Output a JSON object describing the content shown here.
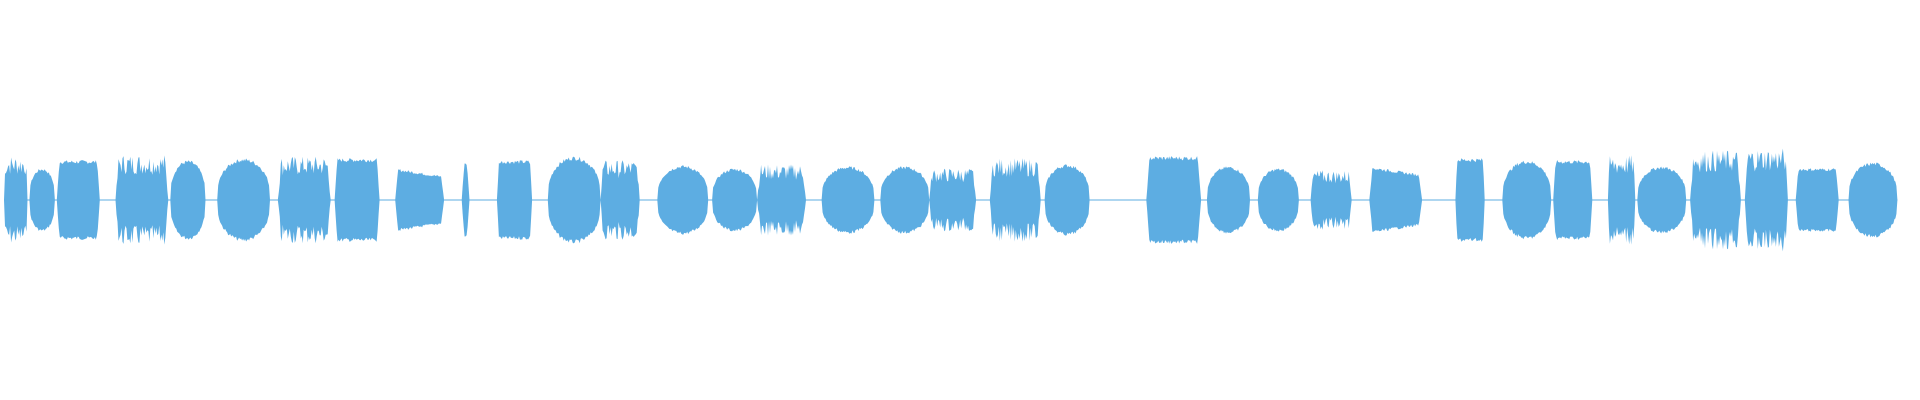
{
  "waveform": {
    "color": "#5DADE2",
    "baseline_color": "#5DADE2",
    "duration_fraction": 0.968,
    "segments": [
      {
        "start": 0.0,
        "end": 0.012,
        "amp": 0.45,
        "shape": "burst"
      },
      {
        "start": 0.013,
        "end": 0.026,
        "amp": 0.32,
        "shape": "round"
      },
      {
        "start": 0.027,
        "end": 0.049,
        "amp": 0.4,
        "shape": "flat"
      },
      {
        "start": 0.057,
        "end": 0.084,
        "amp": 0.46,
        "shape": "burst"
      },
      {
        "start": 0.085,
        "end": 0.103,
        "amp": 0.4,
        "shape": "round"
      },
      {
        "start": 0.109,
        "end": 0.136,
        "amp": 0.42,
        "shape": "round"
      },
      {
        "start": 0.14,
        "end": 0.167,
        "amp": 0.44,
        "shape": "burst"
      },
      {
        "start": 0.169,
        "end": 0.192,
        "amp": 0.42,
        "shape": "flat"
      },
      {
        "start": 0.2,
        "end": 0.225,
        "amp": 0.32,
        "shape": "fade"
      },
      {
        "start": 0.234,
        "end": 0.238,
        "amp": 0.4,
        "shape": "spike"
      },
      {
        "start": 0.252,
        "end": 0.27,
        "amp": 0.4,
        "shape": "flat"
      },
      {
        "start": 0.278,
        "end": 0.305,
        "amp": 0.44,
        "shape": "round"
      },
      {
        "start": 0.305,
        "end": 0.325,
        "amp": 0.4,
        "shape": "burst"
      },
      {
        "start": 0.334,
        "end": 0.36,
        "amp": 0.35,
        "shape": "round"
      },
      {
        "start": 0.362,
        "end": 0.385,
        "amp": 0.32,
        "shape": "round"
      },
      {
        "start": 0.385,
        "end": 0.41,
        "amp": 0.36,
        "shape": "burst"
      },
      {
        "start": 0.418,
        "end": 0.445,
        "amp": 0.34,
        "shape": "round"
      },
      {
        "start": 0.448,
        "end": 0.473,
        "amp": 0.34,
        "shape": "round"
      },
      {
        "start": 0.473,
        "end": 0.497,
        "amp": 0.32,
        "shape": "burst"
      },
      {
        "start": 0.504,
        "end": 0.53,
        "amp": 0.42,
        "shape": "burst"
      },
      {
        "start": 0.532,
        "end": 0.555,
        "amp": 0.36,
        "shape": "round"
      },
      {
        "start": 0.584,
        "end": 0.612,
        "amp": 0.44,
        "shape": "flat"
      },
      {
        "start": 0.615,
        "end": 0.637,
        "amp": 0.34,
        "shape": "round"
      },
      {
        "start": 0.641,
        "end": 0.662,
        "amp": 0.32,
        "shape": "round"
      },
      {
        "start": 0.668,
        "end": 0.689,
        "amp": 0.3,
        "shape": "burst"
      },
      {
        "start": 0.698,
        "end": 0.725,
        "amp": 0.34,
        "shape": "fade"
      },
      {
        "start": 0.742,
        "end": 0.757,
        "amp": 0.42,
        "shape": "flat"
      },
      {
        "start": 0.766,
        "end": 0.791,
        "amp": 0.4,
        "shape": "round"
      },
      {
        "start": 0.792,
        "end": 0.812,
        "amp": 0.4,
        "shape": "flat"
      },
      {
        "start": 0.82,
        "end": 0.834,
        "amp": 0.45,
        "shape": "burst"
      },
      {
        "start": 0.835,
        "end": 0.86,
        "amp": 0.34,
        "shape": "round"
      },
      {
        "start": 0.862,
        "end": 0.888,
        "amp": 0.5,
        "shape": "burst"
      },
      {
        "start": 0.89,
        "end": 0.912,
        "amp": 0.52,
        "shape": "burst"
      },
      {
        "start": 0.916,
        "end": 0.938,
        "amp": 0.32,
        "shape": "flat"
      },
      {
        "start": 0.943,
        "end": 0.968,
        "amp": 0.38,
        "shape": "round"
      }
    ]
  }
}
